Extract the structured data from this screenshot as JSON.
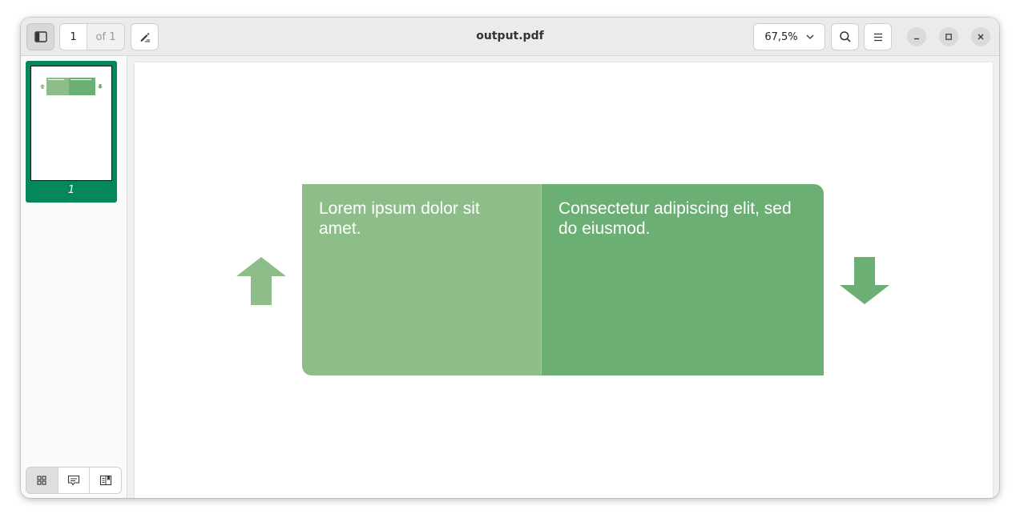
{
  "toolbar": {
    "current_page": "1",
    "page_total": "of 1",
    "title": "output.pdf",
    "zoom": "67,5%"
  },
  "sidebar": {
    "thumbnail_label": "1"
  },
  "document": {
    "left_text": "Lorem ipsum dolor sit amet.",
    "right_text": "Consectetur adipiscing elit, sed do eiusmod."
  },
  "icons": {
    "sidebar_toggle": "sidebar-toggle-icon",
    "annotate": "pen-icon",
    "search": "search-icon",
    "menu": "hamburger-menu-icon",
    "minimize": "minimize-icon",
    "maximize": "maximize-icon",
    "close": "close-icon",
    "thumbnails": "grid-icon",
    "annotations": "comment-icon",
    "bookmarks": "bookmark-icon"
  },
  "colors": {
    "accent": "#04875a",
    "box_left": "#8dbd89",
    "box_right": "#6caf75"
  }
}
